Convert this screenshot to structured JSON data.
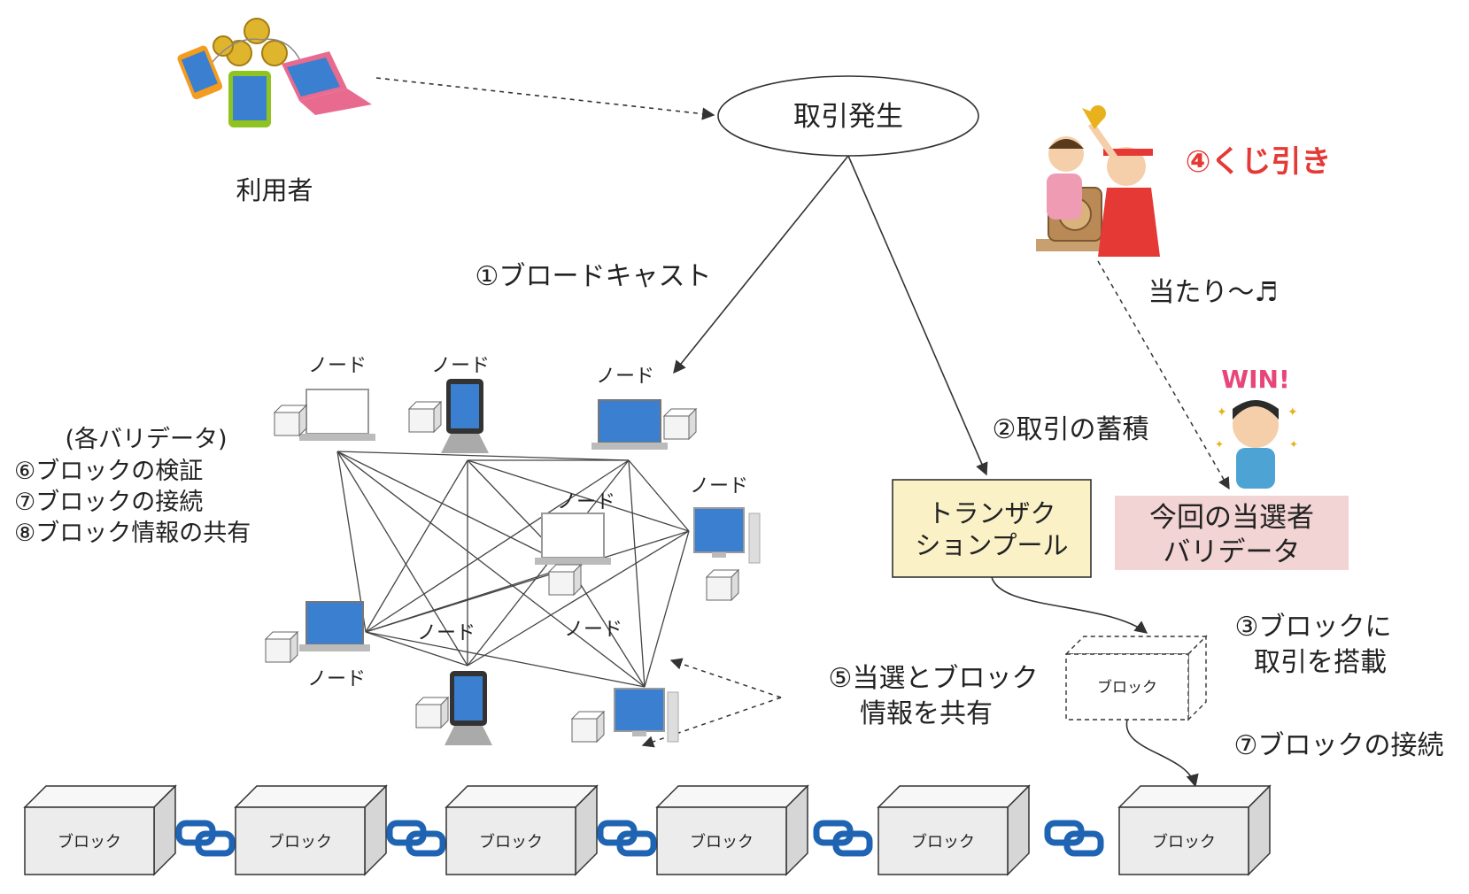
{
  "user": {
    "label": "利用者"
  },
  "transaction": {
    "label": "取引発生"
  },
  "steps": {
    "broadcast": "①ブロードキャスト",
    "accumulate": "②取引の蓄積",
    "load_line1": "③ブロックに",
    "load_line2": "取引を搭載",
    "lottery": "④くじ引き",
    "share_line1": "⑤当選とブロック",
    "share_line2": "情報を共有",
    "connect": "⑦ブロックの接続"
  },
  "validator_steps": [
    "(各バリデータ)",
    "⑥ブロックの検証",
    "⑦ブロックの接続",
    "⑧ブロック情報の共有"
  ],
  "pool": {
    "line1": "トランザク",
    "line2": "ションプール"
  },
  "winner": {
    "line1": "今回の当選者",
    "line2": "バリデータ",
    "badge": "WIN!"
  },
  "hit_text": "当たり〜♬",
  "node_label": "ノード",
  "pending_block_label": "ブロック",
  "chain_blocks": [
    "ブロック",
    "ブロック",
    "ブロック",
    "ブロック",
    "ブロック",
    "ブロック"
  ],
  "colors": {
    "pool_fill": "#fbf1c7",
    "winner_fill": "#f3d4d4",
    "lottery_text": "#e53935",
    "link_icon": "#1f63b3",
    "screen": "#3b7fd0"
  }
}
